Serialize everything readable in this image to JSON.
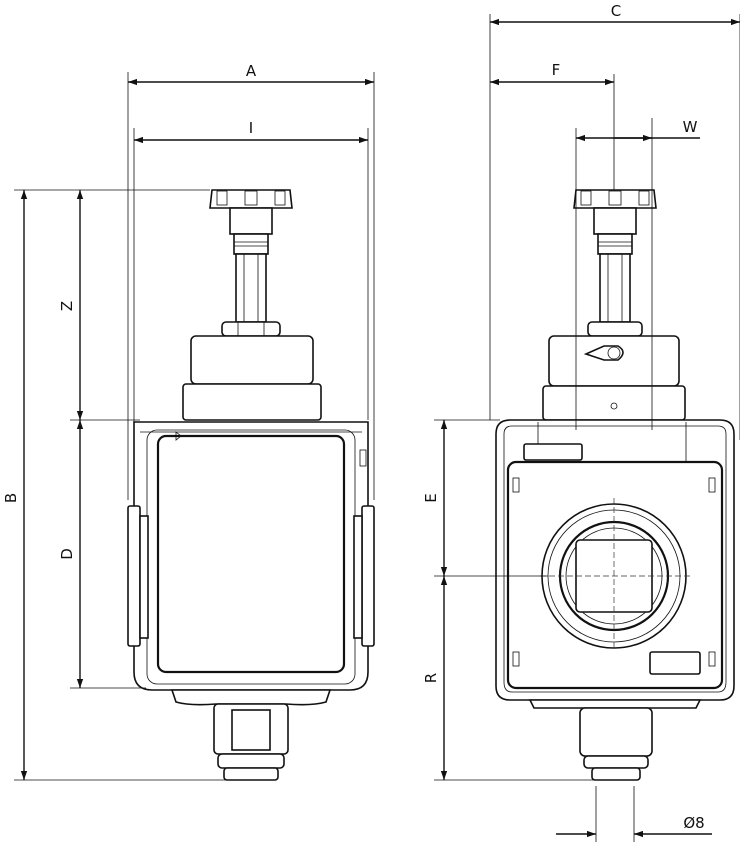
{
  "dimensions": {
    "A": "A",
    "I": "I",
    "B": "B",
    "Z": "Z",
    "D": "D",
    "C": "C",
    "F": "F",
    "W": "W",
    "E": "E",
    "R": "R",
    "port": "Ø8"
  }
}
